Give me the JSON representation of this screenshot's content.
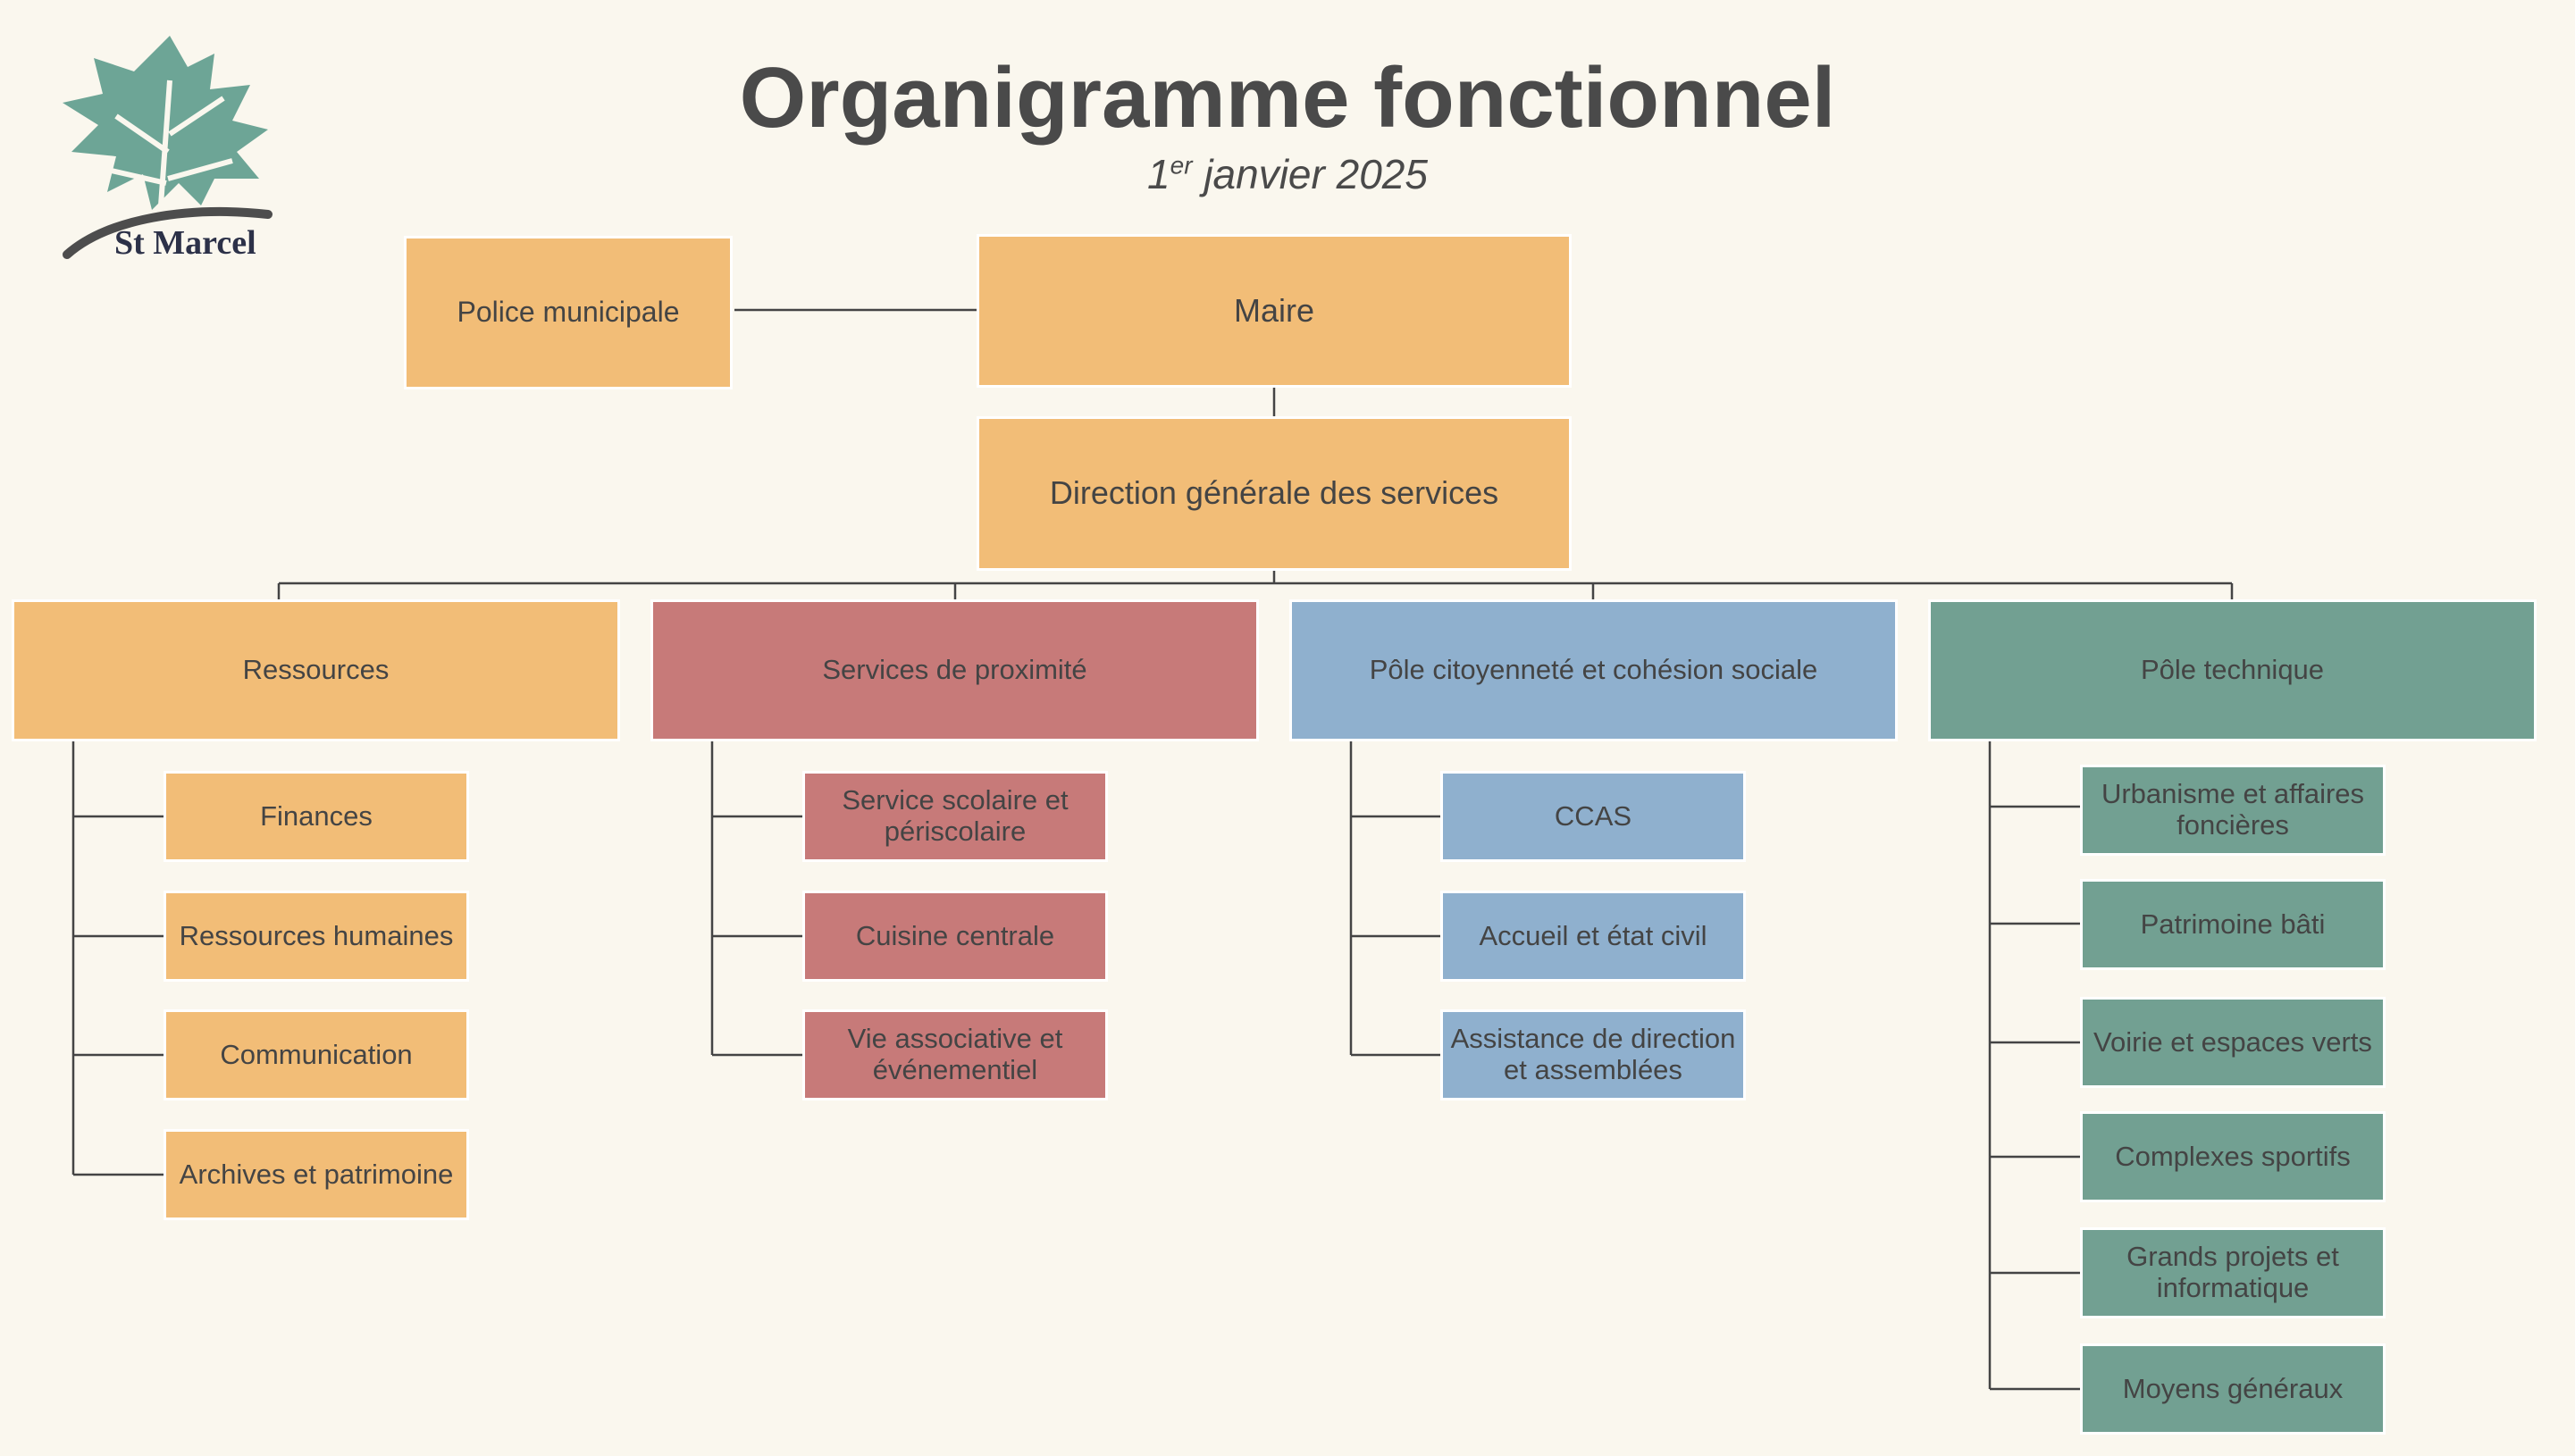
{
  "header": {
    "title": "Organigramme fonctionnel",
    "date_day": "1",
    "date_sup": "er",
    "date_rest": " janvier 2025"
  },
  "logo": {
    "name": "St Marcel",
    "icon": "leaf-logo-icon"
  },
  "colors": {
    "orange": "#f2bd77",
    "red": "#c77a79",
    "blue": "#8fb0ce",
    "green": "#72a092",
    "background": "#faf7ee",
    "lines": "#444444"
  },
  "top": {
    "police": "Police municipale",
    "maire": "Maire",
    "dgs": "Direction générale des services"
  },
  "poles": [
    {
      "label": "Ressources",
      "color": "orange",
      "items": [
        "Finances",
        "Ressources humaines",
        "Communication",
        "Archives et patrimoine"
      ]
    },
    {
      "label": "Services de proximité",
      "color": "red",
      "items": [
        "Service scolaire et périscolaire",
        "Cuisine centrale",
        "Vie associative et événementiel"
      ]
    },
    {
      "label": "Pôle citoyenneté et cohésion sociale",
      "color": "blue",
      "items": [
        "CCAS",
        "Accueil et état civil",
        "Assistance de direction et assemblées"
      ]
    },
    {
      "label": "Pôle technique",
      "color": "green",
      "items": [
        "Urbanisme et affaires foncières",
        "Patrimoine bâti",
        "Voirie et espaces verts",
        "Complexes sportifs",
        "Grands projets et informatique",
        "Moyens généraux"
      ]
    }
  ]
}
